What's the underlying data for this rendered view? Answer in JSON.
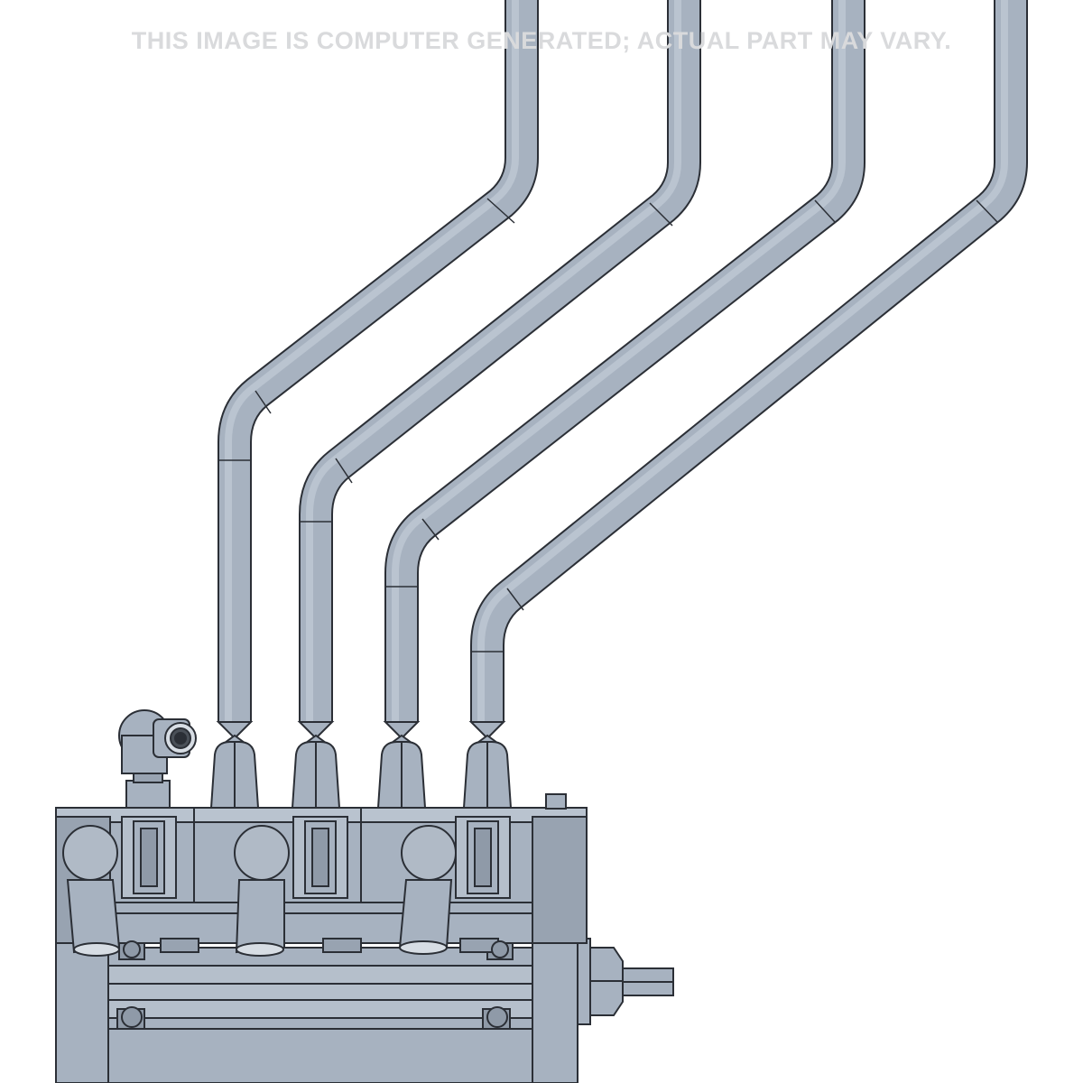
{
  "watermark": {
    "text": "THIS IMAGE IS COMPUTER GENERATED; ACTUAL PART MAY VARY."
  },
  "render": {
    "colors": {
      "part_fill": "#a7b2c0",
      "part_fill_light": "#b9c3cf",
      "part_fill_dark": "#8f9aa8",
      "outline": "#2b2f36",
      "background": "#ffffff",
      "watermark": "#d9dadc"
    },
    "components": [
      "control-tube-1",
      "control-tube-2",
      "control-tube-3",
      "control-tube-4",
      "valve-body",
      "elbow-fitting",
      "mounting-bracket",
      "adjuster-rod"
    ]
  }
}
